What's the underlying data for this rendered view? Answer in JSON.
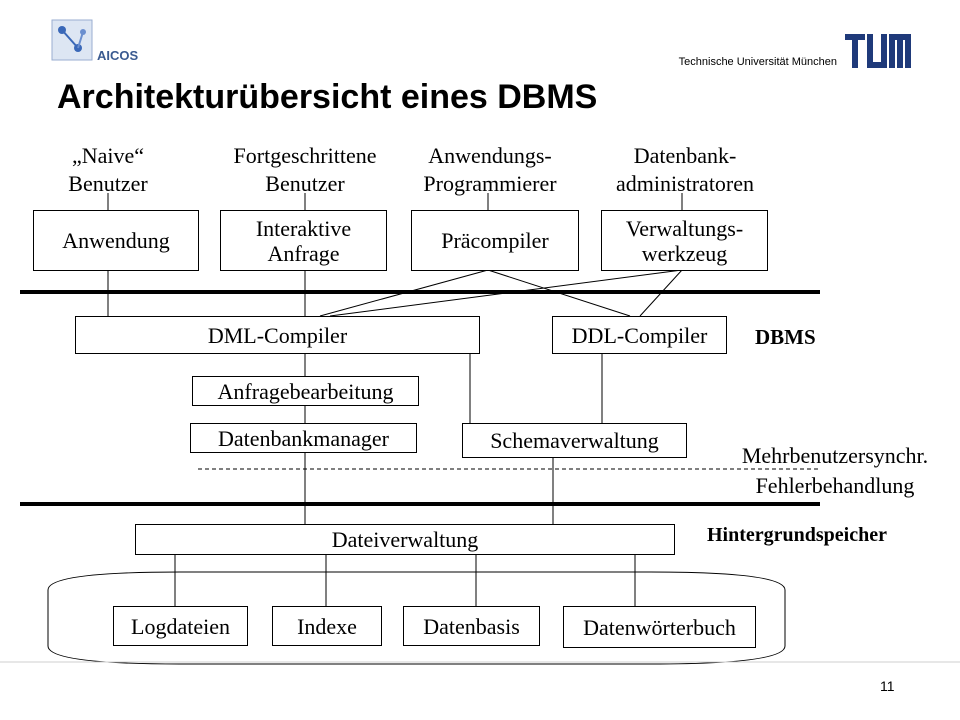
{
  "header": {
    "logo_text": "AICOS",
    "university": "Technische Universität München",
    "tum_logo": "TUM"
  },
  "title": "Architekturübersicht eines DBMS",
  "user_groups": [
    "„Naive“\nBenutzer",
    "Fortgeschrittene\nBenutzer",
    "Anwendungs-\nProgrammierer",
    "Datenbank-\nadministratoren"
  ],
  "tools": [
    "Anwendung",
    "Interaktive\nAnfrage",
    "Präcompiler",
    "Verwaltungs-\nwerkzeug"
  ],
  "components": {
    "dml_compiler": "DML-Compiler",
    "ddl_compiler": "DDL-Compiler",
    "anfragebearbeitung": "Anfragebearbeitung",
    "datenbankmanager": "Datenbankmanager",
    "schemaverwaltung": "Schemaverwaltung",
    "dateiverwaltung": "Dateiverwaltung"
  },
  "labels": {
    "dbms": "DBMS",
    "mehrbenutzer": "Mehrbenutzersynchr.\nFehlerbehandlung",
    "hintergrundspeicher": "Hintergrundspeicher"
  },
  "storage": [
    "Logdateien",
    "Indexe",
    "Datenbasis",
    "Datenwörterbuch"
  ],
  "page_number": "11"
}
